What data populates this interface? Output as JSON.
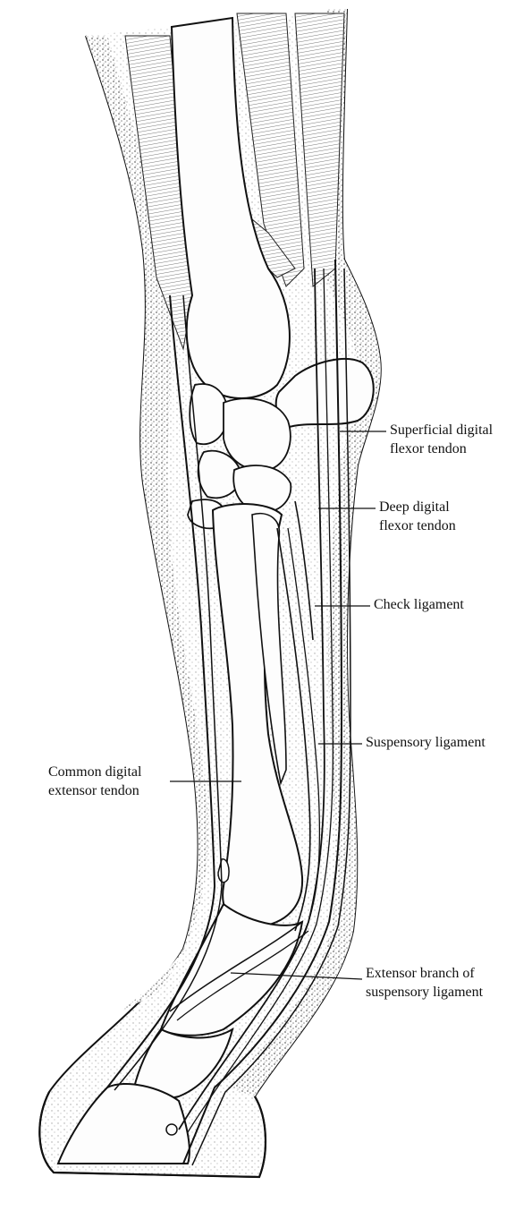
{
  "diagram": {
    "labels": {
      "superficial_flexor": {
        "line1": "Superficial digital",
        "line2": "flexor tendon"
      },
      "deep_flexor": {
        "line1": "Deep digital",
        "line2": "flexor tendon"
      },
      "check_ligament": {
        "line1": "Check ligament"
      },
      "suspensory_ligament": {
        "line1": "Suspensory ligament"
      },
      "common_extensor": {
        "line1": "Common digital",
        "line2": "extensor tendon"
      },
      "extensor_branch": {
        "line1": "Extensor branch of",
        "line2": "suspensory ligament"
      }
    },
    "colors": {
      "ink": "#111111",
      "shading": "#8a8a8a",
      "paper": "#ffffff",
      "bone": "#fdfdfd"
    }
  }
}
